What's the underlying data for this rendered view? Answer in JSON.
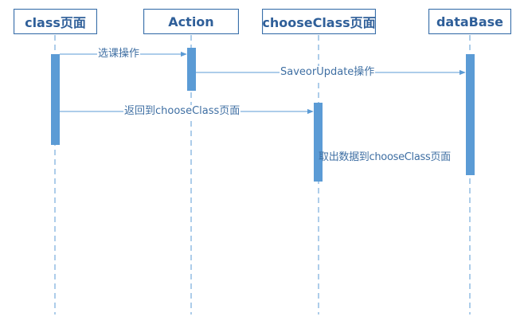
{
  "participants": {
    "class_page": "class页面",
    "action": "Action",
    "choose_class_page": "chooseClass页面",
    "database": "dataBase"
  },
  "messages": {
    "select_course": "选课操作",
    "save_or_update": "SaveorUpdate操作",
    "return_to_choose_class": "返回到chooseClass页面",
    "fetch_data_to_choose_class": "取出数据到chooseClass页面"
  },
  "colors": {
    "lifeline": "#5b9bd5",
    "activation": "#5b9bd5",
    "border": "#3a6fa8",
    "text": "#2f5f99"
  }
}
